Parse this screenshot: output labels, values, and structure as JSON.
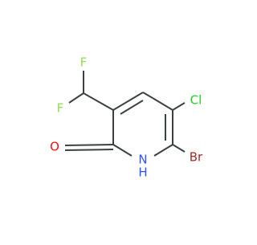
{
  "molecule": {
    "atoms": {
      "f_top": {
        "label": "F",
        "color": "#90e050"
      },
      "f_left": {
        "label": "F",
        "color": "#90e050"
      },
      "chlorine": {
        "label": "Cl",
        "color": "#1fd01f"
      },
      "bromine": {
        "label": "Br",
        "color": "#a62929"
      },
      "oxygen": {
        "label": "O",
        "color": "#ff0d0d"
      },
      "nitrogen": {
        "label": "N",
        "color": "#3050f8"
      },
      "hydrogen": {
        "label": "H",
        "color": "#3050f8"
      }
    },
    "bond_color": "#3b4143"
  }
}
